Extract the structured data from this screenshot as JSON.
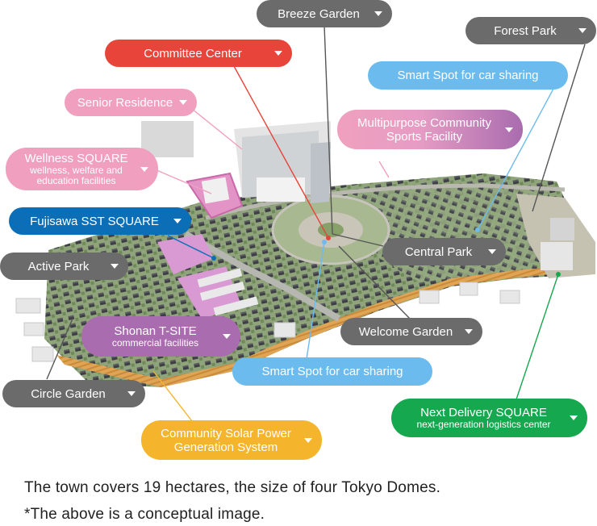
{
  "labels": {
    "breeze_garden": "Breeze Garden",
    "forest_park": "Forest Park",
    "committee_center": "Committee Center",
    "smart_spot_top": "Smart Spot for car sharing",
    "senior_residence": "Senior Residence",
    "multipurpose_line1": "Multipurpose Community",
    "multipurpose_line2": "Sports Facility",
    "wellness_title": "Wellness SQUARE",
    "wellness_sub1": "wellness, welfare and",
    "wellness_sub2": "education facilities",
    "fujisawa_sst_square": "Fujisawa SST SQUARE",
    "active_park": "Active Park",
    "central_park": "Central Park",
    "shonan_title": "Shonan T-SITE",
    "shonan_sub": "commercial facilities",
    "welcome_garden": "Welcome Garden",
    "smart_spot_bottom": "Smart Spot for car sharing",
    "circle_garden": "Circle Garden",
    "next_delivery_title": "Next Delivery SQUARE",
    "next_delivery_sub": "next-generation logistics center",
    "solar_line1": "Community Solar Power",
    "solar_line2": "Generation System"
  },
  "captions": {
    "line1": "The town covers 19 hectares, the size of four Tokyo Domes.",
    "line2": "*The above is a conceptual image."
  },
  "colors": {
    "gray": "#6b6b6b",
    "red": "#e8443a",
    "pink": "#f0a0be",
    "purple": "#a96cae",
    "blue": "#0c6eb6",
    "light_blue": "#6cbbee",
    "green": "#16a84e",
    "orange": "#f4b52c"
  }
}
